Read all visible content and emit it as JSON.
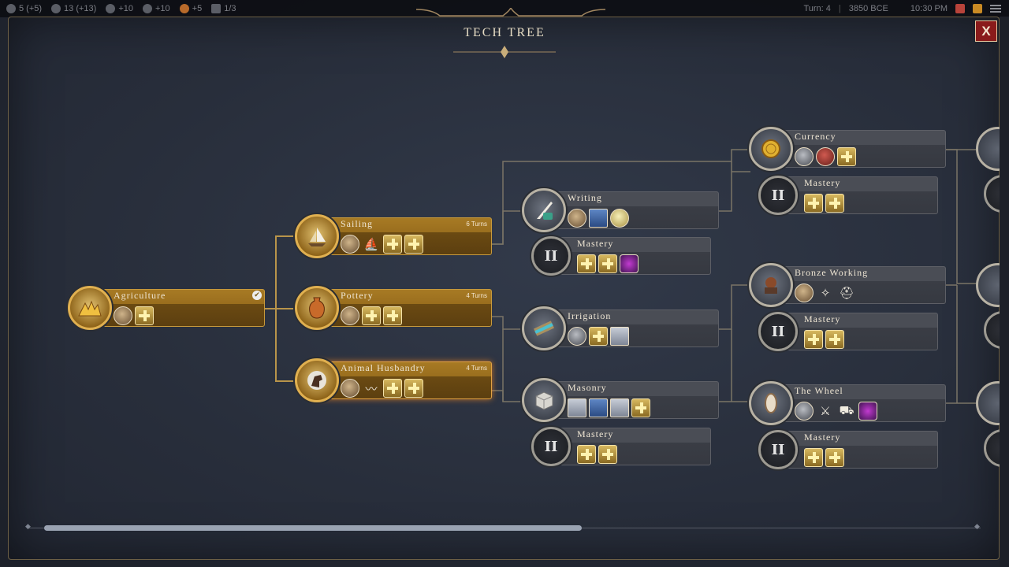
{
  "topbar": {
    "resources": [
      {
        "icon": "science-icon",
        "value": "5 (+5)"
      },
      {
        "icon": "culture-icon",
        "value": "13 (+13)"
      },
      {
        "icon": "faith-icon",
        "value": "+10"
      },
      {
        "icon": "music-icon",
        "value": "+10"
      },
      {
        "icon": "happiness-icon",
        "value": "+5"
      },
      {
        "icon": "city-icon",
        "value": "1/3"
      }
    ],
    "turn": "Turn: 4",
    "year": "3850 BCE",
    "time": "10:30 PM"
  },
  "panel": {
    "title": "TECH TREE",
    "close_label": "X"
  },
  "techs": {
    "agriculture": {
      "name": "Agriculture",
      "turns": ""
    },
    "sailing": {
      "name": "Sailing",
      "turns": "6 Turns"
    },
    "pottery": {
      "name": "Pottery",
      "turns": "4 Turns"
    },
    "animal_husbandry": {
      "name": "Animal Husbandry",
      "turns": "4 Turns"
    },
    "writing": {
      "name": "Writing"
    },
    "writing_mastery": {
      "name": "Mastery",
      "level": "II"
    },
    "irrigation": {
      "name": "Irrigation"
    },
    "masonry": {
      "name": "Masonry"
    },
    "masonry_mastery": {
      "name": "Mastery",
      "level": "II"
    },
    "currency": {
      "name": "Currency"
    },
    "currency_mastery": {
      "name": "Mastery",
      "level": "II"
    },
    "bronze_working": {
      "name": "Bronze Working"
    },
    "bronze_mastery": {
      "name": "Mastery",
      "level": "II"
    },
    "the_wheel": {
      "name": "The Wheel"
    },
    "wheel_mastery": {
      "name": "Mastery",
      "level": "II"
    }
  },
  "colors": {
    "accent_gold": "#c89a3c",
    "close_red": "#8a1b1b"
  },
  "scroll": {
    "position_fraction": 0.58
  }
}
